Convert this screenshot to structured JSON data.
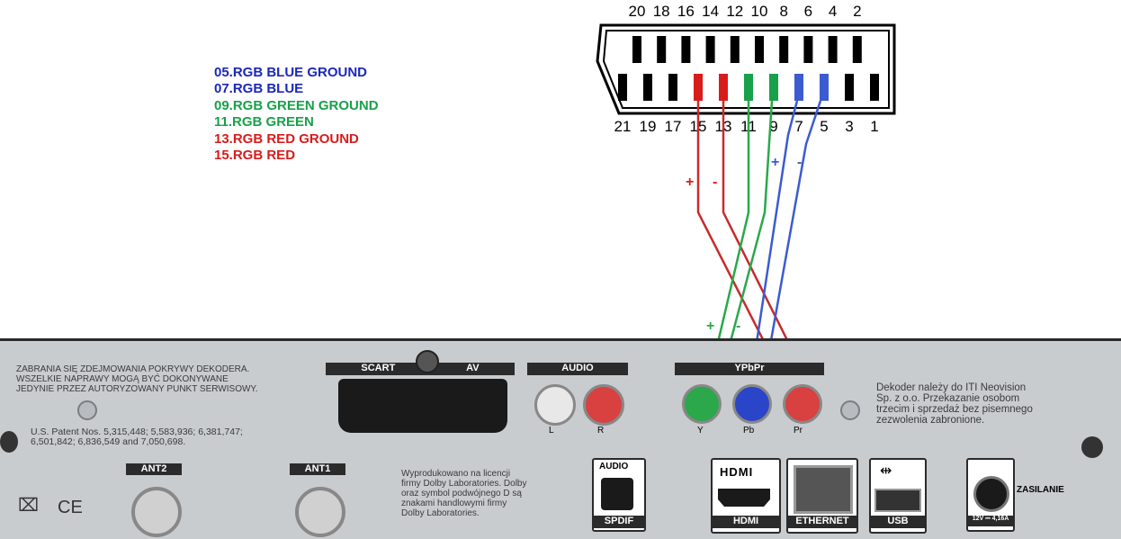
{
  "colors": {
    "blue": "#1a28b8",
    "green": "#18a04a",
    "red": "#d81c1c",
    "wire_red": "#c92a2a",
    "wire_green": "#2aa84a",
    "wire_blue": "#3b5bd0",
    "panel": "#c9cccf"
  },
  "legend": [
    {
      "text": "05.RGB BLUE GROUND",
      "color": "#1a28b8"
    },
    {
      "text": "07.RGB BLUE",
      "color": "#1a28b8"
    },
    {
      "text": "09.RGB GREEN GROUND",
      "color": "#18a04a"
    },
    {
      "text": "11.RGB GREEN",
      "color": "#18a04a"
    },
    {
      "text": "13.RGB RED GROUND",
      "color": "#d81c1c"
    },
    {
      "text": "15.RGB RED",
      "color": "#d81c1c"
    }
  ],
  "scart_top_pins": [
    "20",
    "18",
    "16",
    "14",
    "12",
    "10",
    "8",
    "6",
    "4",
    "2"
  ],
  "scart_bottom_pins": [
    "21",
    "19",
    "17",
    "15",
    "13",
    "11",
    "9",
    "7",
    "5",
    "3",
    "1"
  ],
  "wire_signs": {
    "red_plus": "+",
    "red_minus": "-",
    "blue_plus": "+",
    "blue_minus": "-",
    "green_plus": "+",
    "green_minus": "-"
  },
  "panel": {
    "warning_text": [
      "ZABRANIA SIĘ ZDEJMOWANIA POKRYWY DEKODERA.",
      "WSZELKIE NAPRAWY MOGĄ BYĆ DOKONYWANE",
      "JEDYNIE PRZEZ AUTORYZOWANY PUNKT SERWISOWY."
    ],
    "patent_text": [
      "U.S. Patent Nos. 5,315,448; 5,583,936; 6,381,747;",
      "6,501,842; 6,836,549 and 7,050,698."
    ],
    "dolby_text": [
      "Wyprodukowano na licencji",
      "firmy Dolby Laboratories. Dolby",
      "oraz symbol podwójnego D są",
      "znakami handlowymi firmy",
      "Dolby Laboratories."
    ],
    "owner_text": [
      "Dekoder należy do ITI Neovision",
      "Sp. z o.o. Przekazanie osobom",
      "trzecim i sprzedaż bez pisemnego",
      "zezwolenia zabronione."
    ],
    "scart_label": "SCART",
    "av_label": "AV",
    "audio_label": "AUDIO",
    "audio_l": "L",
    "audio_r": "R",
    "ypbpr_label": "YPbPr",
    "y_label": "Y",
    "pb_label": "Pb",
    "pr_label": "Pr",
    "ant2_label": "ANT2",
    "ant1_label": "ANT1",
    "spdif_top": "AUDIO",
    "spdif_label": "SPDIF",
    "hdmi_logo": "HDMI",
    "hdmi_label": "HDMI",
    "ethernet_label": "ETHERNET",
    "usb_label": "USB",
    "power_label": "ZASILANIE",
    "power_rating": "12V ⎓ 4,16A",
    "ce_mark": "CE"
  }
}
